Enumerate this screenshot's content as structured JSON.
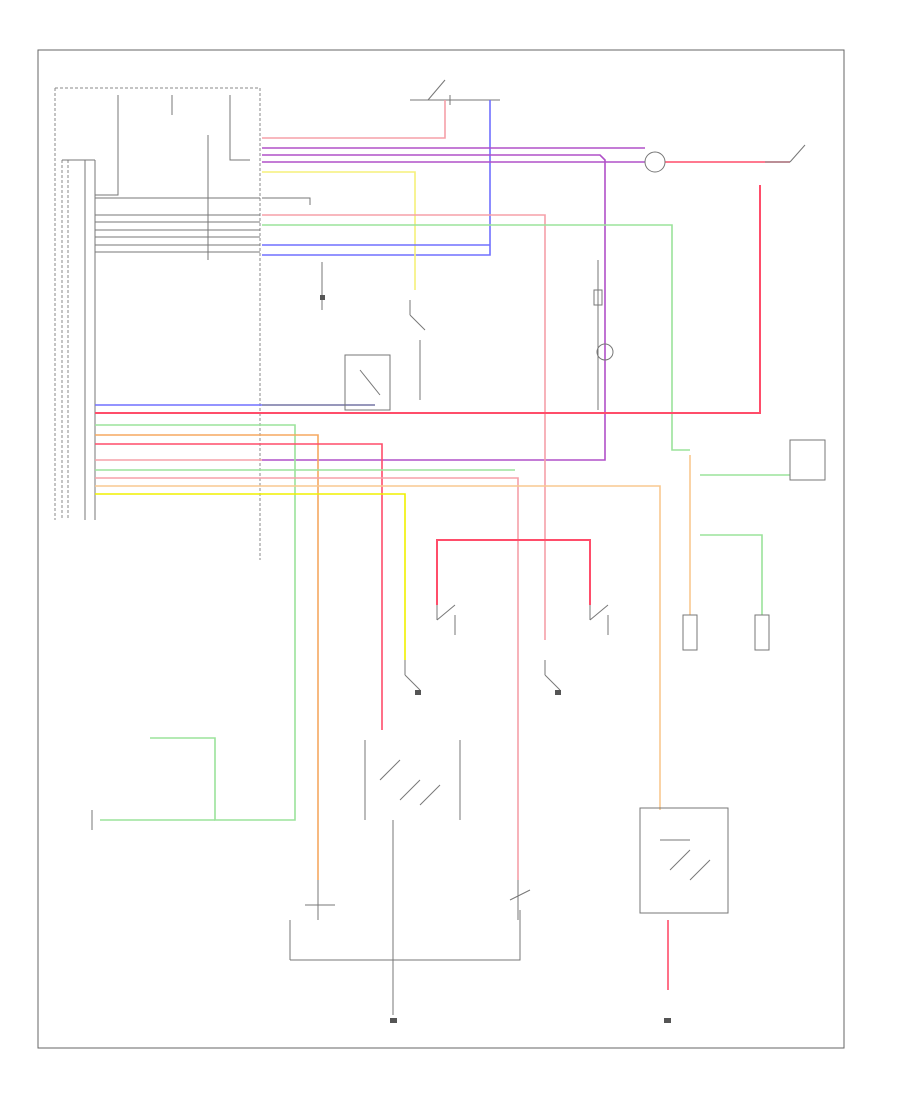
{
  "diagram": {
    "header_code": "",
    "footer_code": "",
    "wire_colors": {
      "red": "#ff4d6a",
      "pink": "#f5a0a8",
      "purple": "#b050c8",
      "blue": "#7070ff",
      "green": "#9be39b",
      "yellow": "#f0f000",
      "light_yellow": "#f5f07a",
      "orange": "#f5a860",
      "light_orange": "#f8c890",
      "gray": "#888888"
    },
    "components": [
      {
        "id": "top-switch",
        "label": ""
      },
      {
        "id": "right-top-switch",
        "label": ""
      },
      {
        "id": "relay-component-right",
        "label": ""
      },
      {
        "id": "coil-relay",
        "label": ""
      },
      {
        "id": "center-switch",
        "label": ""
      },
      {
        "id": "front-door-switch-left",
        "label": ""
      },
      {
        "id": "front-door-switch-right",
        "label": ""
      },
      {
        "id": "rear-door-switch-left",
        "label": ""
      },
      {
        "id": "rear-door-switch-right",
        "label": ""
      },
      {
        "id": "small-box-left",
        "label": ""
      },
      {
        "id": "small-box-right",
        "label": ""
      },
      {
        "id": "door-lock-switch",
        "label": ""
      },
      {
        "id": "lock-actuator-left",
        "label": ""
      },
      {
        "id": "lock-actuator-right",
        "label": ""
      },
      {
        "id": "control-unit-box",
        "label": ""
      },
      {
        "id": "left-connector",
        "label": ""
      },
      {
        "id": "ground-left",
        "label": ""
      },
      {
        "id": "ground-right",
        "label": ""
      }
    ]
  }
}
